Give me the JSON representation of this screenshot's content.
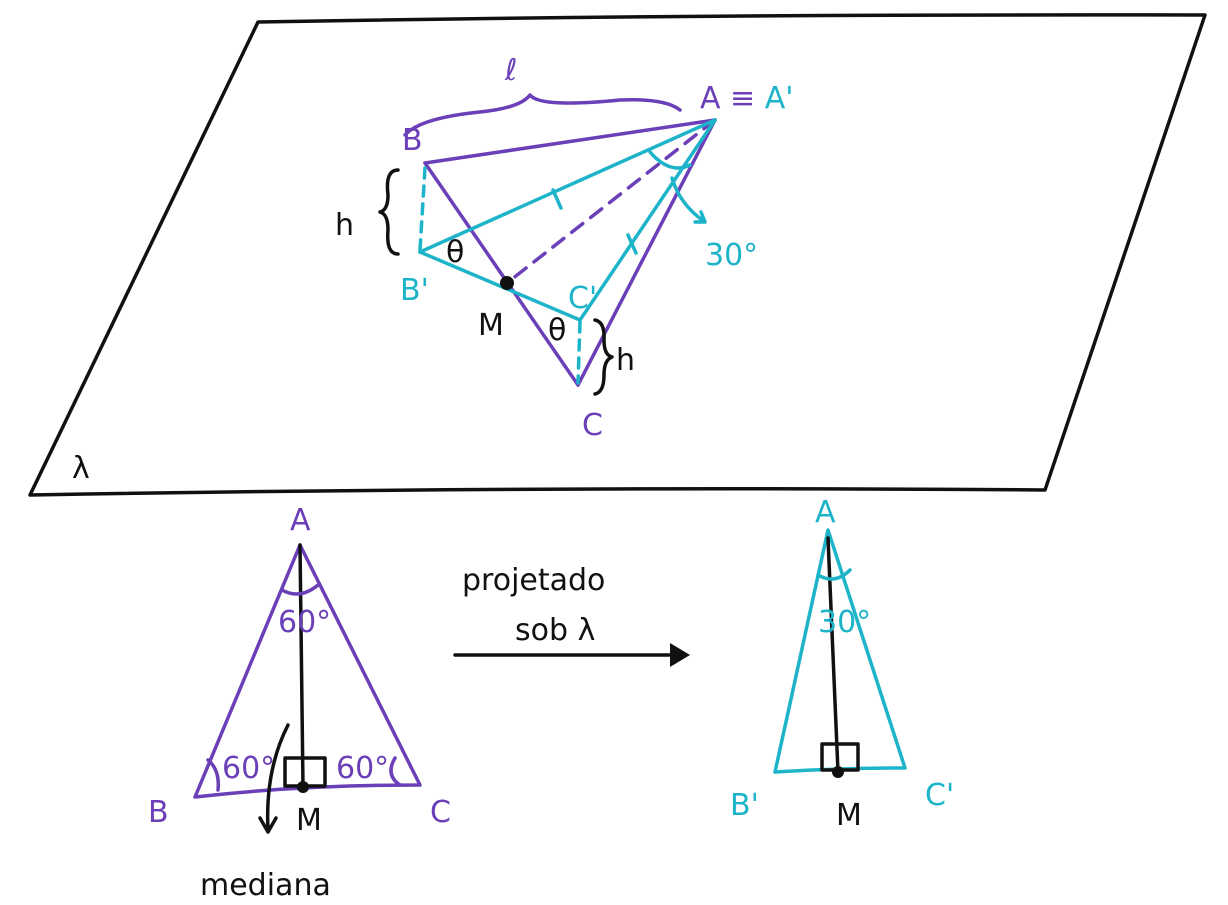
{
  "colors": {
    "purple": "#6a3fb8",
    "cyan": "#1db4c9",
    "black": "#111111"
  },
  "top": {
    "plane_label": "λ",
    "side_label": "ℓ",
    "A_label": "A ≡ ",
    "A_prime_label": "A'",
    "B_label": "B",
    "B_prime_label": "B'",
    "C_label": "C",
    "C_prime_label": "C'",
    "M_label": "M",
    "h_label_left": "h",
    "h_label_right": "h",
    "theta_label_1": "θ",
    "theta_label_2": "θ",
    "angle_label": "30°"
  },
  "bottom_left": {
    "A_label": "A",
    "B_label": "B",
    "C_label": "C",
    "M_label": "M",
    "angle_A": "60°",
    "angle_B": "60°",
    "angle_C": "60°",
    "median_label": "mediana"
  },
  "arrow": {
    "line1": "projetado",
    "line2": "sob λ"
  },
  "bottom_right": {
    "A_label": "A",
    "B_label": "B'",
    "C_label": "C'",
    "M_label": "M",
    "angle_A": "30°"
  }
}
